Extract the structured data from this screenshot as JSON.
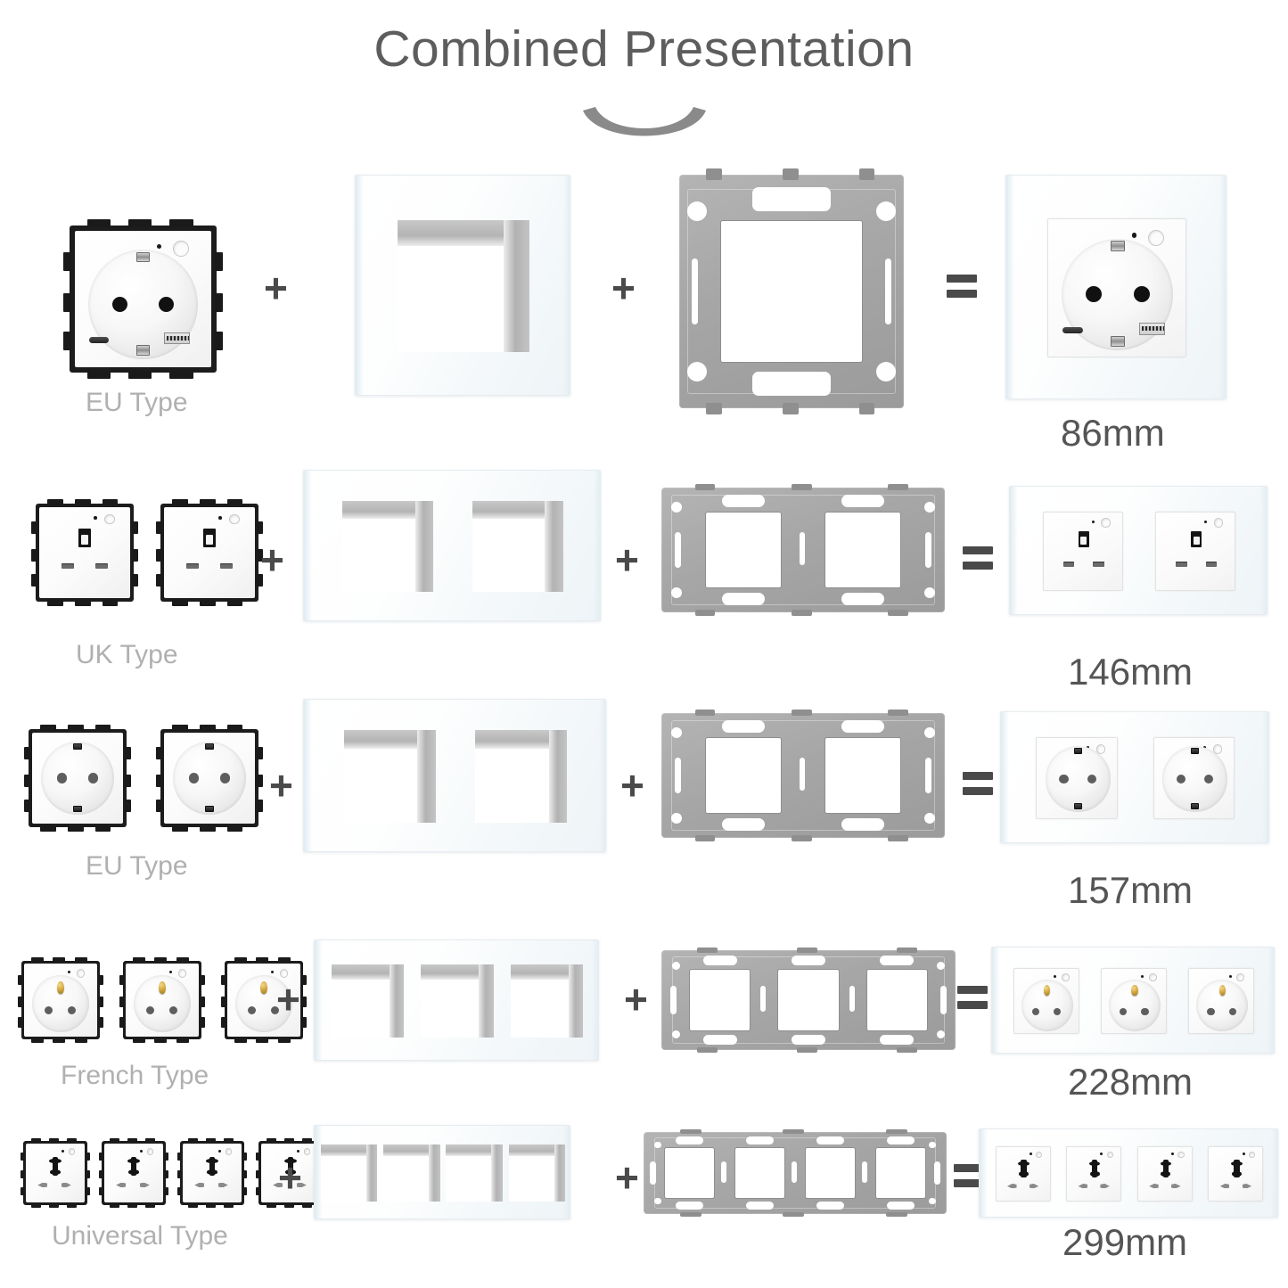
{
  "page": {
    "title": "Combined Presentation",
    "arc_color": "#8a8a8a",
    "title_color": "#5d5d5d",
    "type_label_color": "#b0b0b0",
    "size_label_color": "#555555",
    "operator_color": "#4a4a4a",
    "bracket_color": "#a6a6a6",
    "glass_color": "#ffffff"
  },
  "operators": {
    "plus": "+",
    "equals": "="
  },
  "rows": [
    {
      "id": "row-eu-usb-1gang",
      "type_label": "EU Type",
      "size_label": "86mm",
      "gangs": 1,
      "socket_type": "eu-usb",
      "module_count": 1,
      "plus_1": "+",
      "plus_2": "+",
      "equals": "="
    },
    {
      "id": "row-uk-2gang",
      "type_label": "UK Type",
      "size_label": "146mm",
      "gangs": 2,
      "socket_type": "uk",
      "module_count": 2,
      "plus_1": "+",
      "plus_2": "+",
      "equals": "="
    },
    {
      "id": "row-eu-2gang",
      "type_label": "EU Type",
      "size_label": "157mm",
      "gangs": 2,
      "socket_type": "eu",
      "module_count": 2,
      "plus_1": "+",
      "plus_2": "+",
      "equals": "="
    },
    {
      "id": "row-french-3gang",
      "type_label": "French Type",
      "size_label": "228mm",
      "gangs": 3,
      "socket_type": "french",
      "module_count": 3,
      "plus_1": "+",
      "plus_2": "+",
      "equals": "="
    },
    {
      "id": "row-universal-4gang",
      "type_label": "Universal Type",
      "size_label": "299mm",
      "gangs": 4,
      "socket_type": "universal",
      "module_count": 4,
      "plus_1": "+",
      "plus_2": "+",
      "equals": "="
    }
  ],
  "component_names": {
    "module": "socket module",
    "glass_panel": "glass front panel",
    "bracket": "metal mounting bracket",
    "assembled": "assembled wall socket"
  }
}
